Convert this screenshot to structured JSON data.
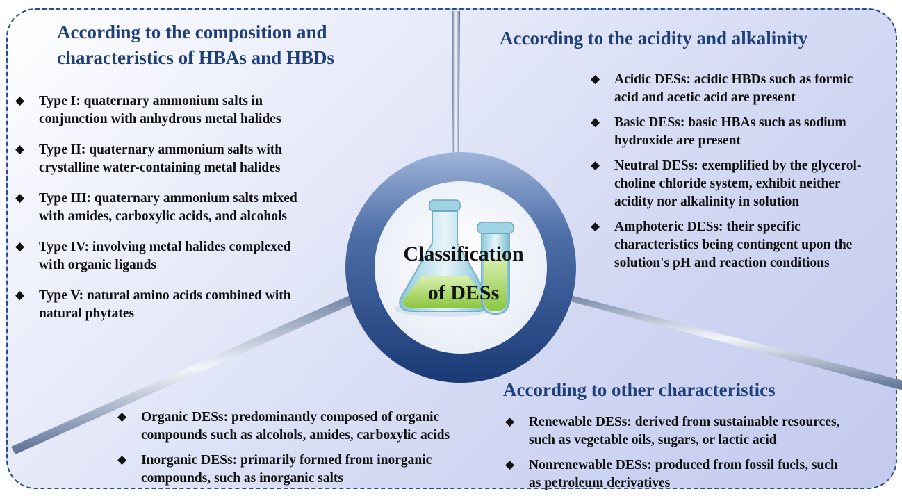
{
  "center": {
    "line1": "Classification",
    "line2": "of DESs"
  },
  "sections": {
    "composition": {
      "heading_line1": "According to the composition and",
      "heading_line2": "characteristics of HBAs and HBDs",
      "items": [
        {
          "line1": "Type I: quaternary ammonium salts in",
          "line2": "conjunction with anhydrous metal halides"
        },
        {
          "line1": "Type II: quaternary ammonium salts with",
          "line2": "crystalline water-containing metal halides"
        },
        {
          "line1": "Type III: quaternary ammonium salts mixed",
          "line2": "with amides, carboxylic acids, and alcohols"
        },
        {
          "line1": "Type IV: involving metal halides complexed",
          "line2": "with organic ligands"
        },
        {
          "line1": "Type V: natural amino acids combined with",
          "line2": "natural phytates"
        }
      ]
    },
    "acidity": {
      "heading": "According to the acidity and alkalinity",
      "items": [
        {
          "line1": "Acidic DESs: acidic HBDs such as formic",
          "line2": "acid and acetic acid are present"
        },
        {
          "line1": "Basic DESs: basic HBAs such as sodium",
          "line2": "hydroxide are present"
        },
        {
          "line1": "Neutral DESs:  exemplified by the glycerol-",
          "line2": "choline chloride system, exhibit neither",
          "line3": "acidity nor alkalinity in solution"
        },
        {
          "line1": "Amphoteric DESs:  their specific",
          "line2": "characteristics being contingent upon the",
          "line3": "solution's pH and reaction conditions"
        }
      ]
    },
    "organic": {
      "items": [
        {
          "line1": "Organic DESs: predominantly composed of organic",
          "line2": "compounds such as alcohols, amides, carboxylic acids"
        },
        {
          "line1": "Inorganic DESs: primarily formed from inorganic",
          "line2": "compounds, such as inorganic salts"
        }
      ]
    },
    "other": {
      "heading": "According to other characteristics",
      "items": [
        {
          "line1": "Renewable DESs: derived from sustainable resources,",
          "line2": "such as vegetable oils, sugars, or lactic acid"
        },
        {
          "line1": "Nonrenewable DESs: produced from fossil fuels, such",
          "line2": "as petroleum derivatives"
        }
      ]
    }
  },
  "bullet_glyph": "◆",
  "colors": {
    "heading": "#1f3f7a",
    "border": "#2a4d86",
    "ring_outer": "#1c3f7c",
    "flask_liquid": "#8cc63f"
  }
}
